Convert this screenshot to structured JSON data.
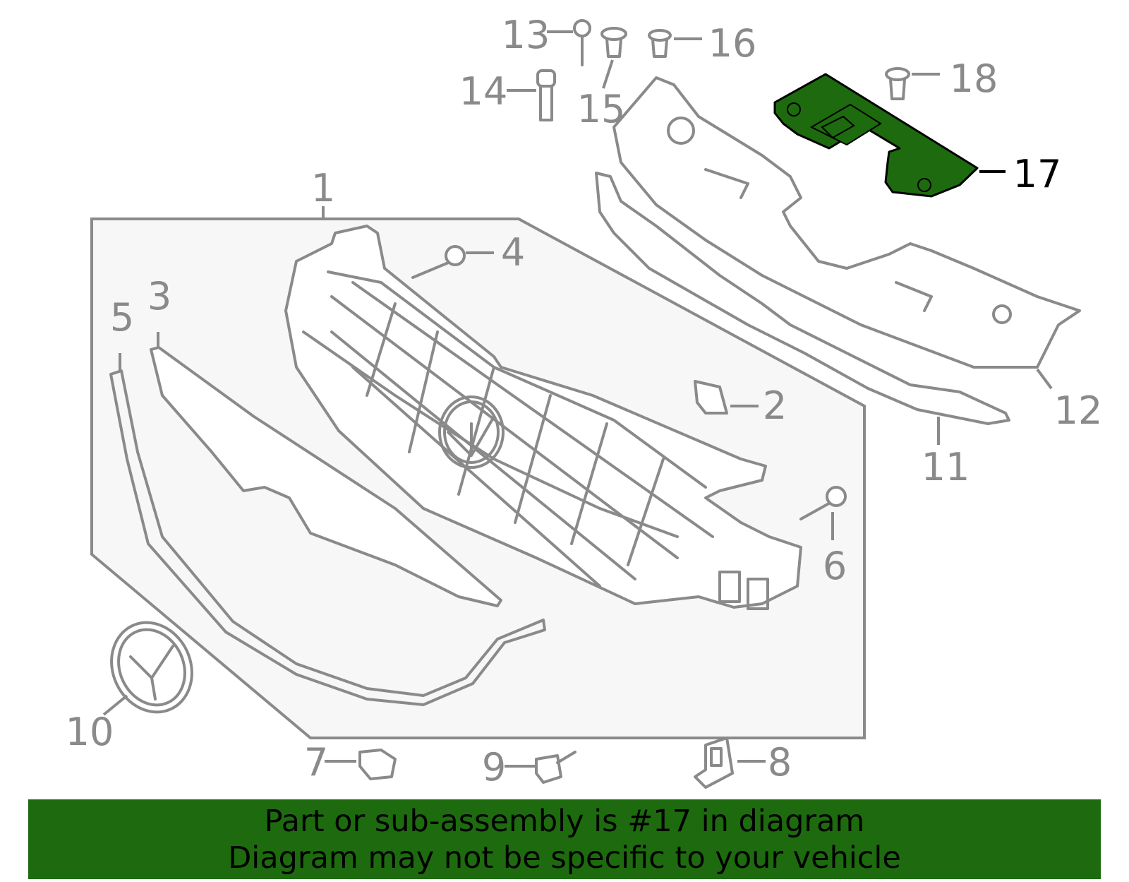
{
  "callouts": {
    "c1": "1",
    "c2": "2",
    "c3": "3",
    "c4": "4",
    "c5": "5",
    "c6": "6",
    "c7": "7",
    "c8": "8",
    "c9": "9",
    "c10": "10",
    "c11": "11",
    "c12": "12",
    "c13": "13",
    "c14": "14",
    "c15": "15",
    "c16": "16",
    "c17": "17",
    "c18": "18"
  },
  "highlight": {
    "part_number": "17",
    "color": "#1d6b0e",
    "outline_color": "#000000"
  },
  "colors": {
    "line_art": "#8a8a8a",
    "assembly_box": "#f7f7f7",
    "banner": "#1d6b0e",
    "banner_text": "#000000"
  },
  "banner": {
    "line1": "Part or sub-assembly is #17 in diagram",
    "line2": "Diagram may not be specific to your vehicle"
  }
}
